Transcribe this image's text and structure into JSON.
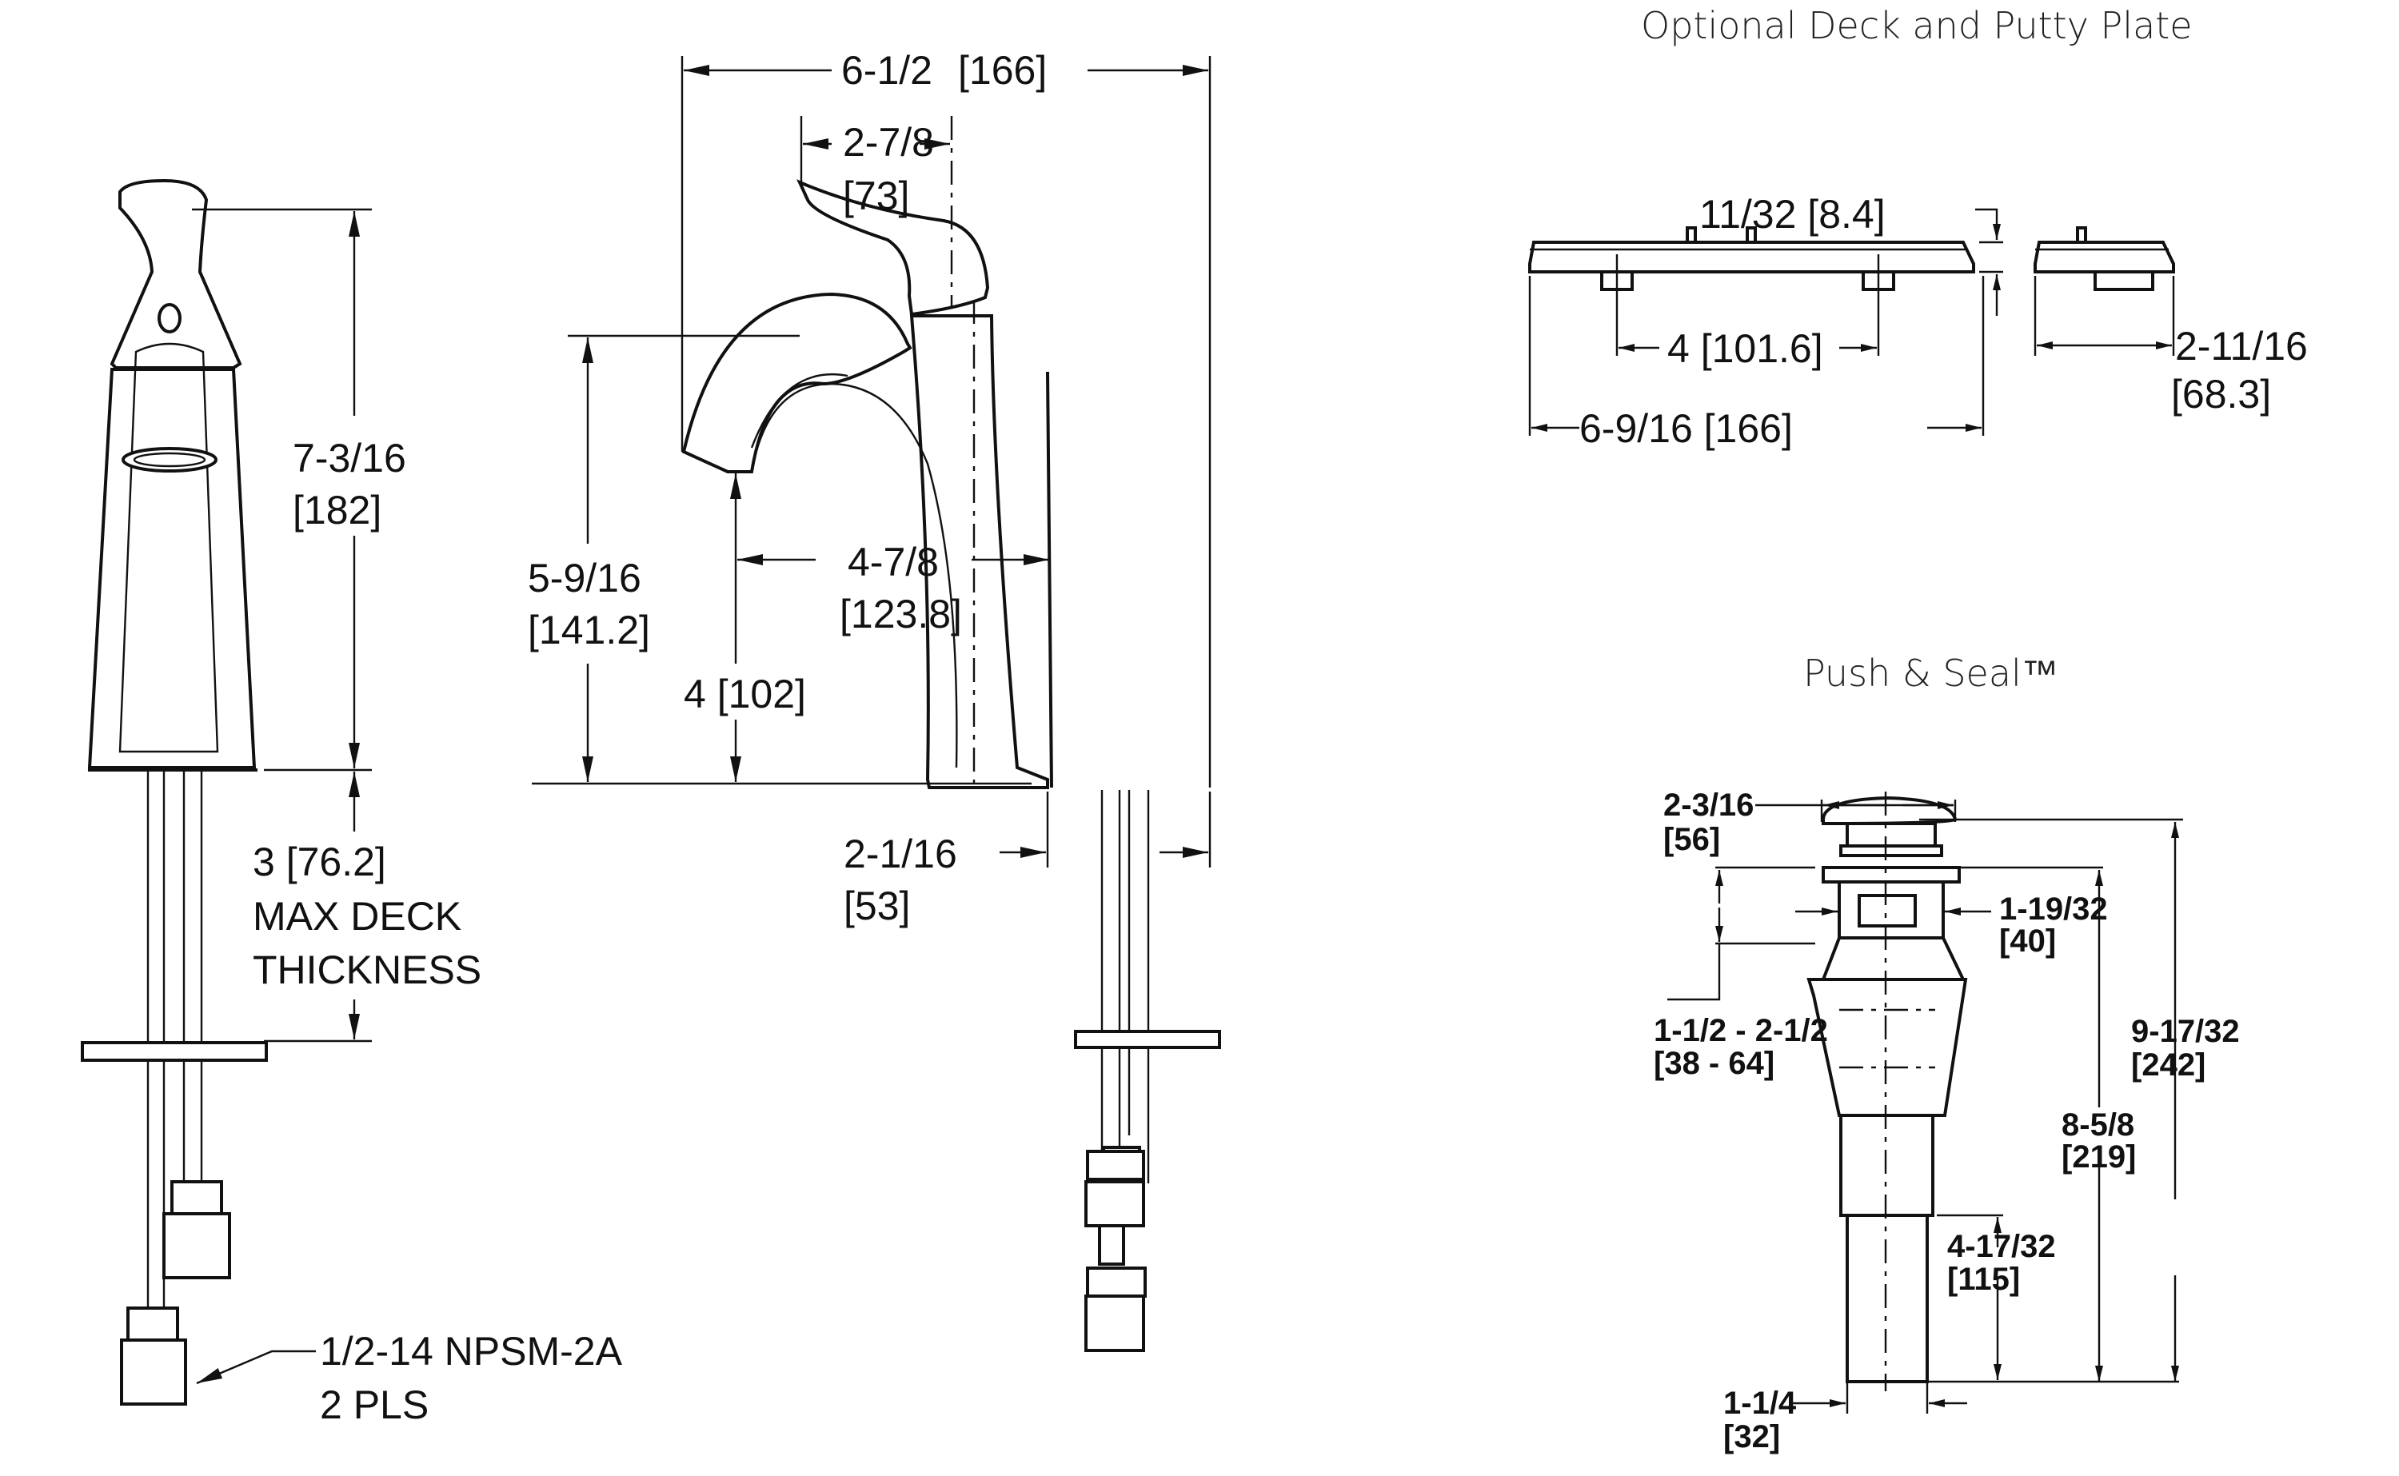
{
  "side_view": {
    "height_overall": "7-3/16",
    "height_overall_mm": "[182]",
    "deck_thickness": "3 [76.2]",
    "deck_thickness_line2": "MAX DECK",
    "deck_thickness_line3": "THICKNESS",
    "connection": "1/2-14 NPSM-2A",
    "connection_qty": "2 PLS"
  },
  "front_view": {
    "overall_width": "6-1/2",
    "overall_width_mm": "[166]",
    "handle_width": "2-7/8",
    "handle_width_mm": "[73]",
    "spout_height": "5-9/16",
    "spout_height_mm": "[141.2]",
    "spout_reach": "4-7/8",
    "spout_reach_mm": "[123.8]",
    "aerator_height": "4 [102]",
    "base_width": "2-1/16",
    "base_width_mm": "[53]"
  },
  "deck_plate": {
    "title": "Optional Deck and Putty Plate",
    "thickness": "11/32 [8.4]",
    "hole_spacing": "4 [101.6]",
    "length": "6-9/16  [166]",
    "width": "2-11/16",
    "width_mm": "[68.3]"
  },
  "drain": {
    "title": "Push & Seal™",
    "cap_diameter": "2-3/16",
    "cap_diameter_mm": "[56]",
    "body_diameter": "1-19/32",
    "body_diameter_mm": "[40]",
    "sink_thickness": "1-1/2  -  2-1/2",
    "sink_thickness_mm": "[38  -  64]",
    "overall_height": "9-17/32",
    "overall_height_mm": "[242]",
    "flange_to_bottom": "8-5/8",
    "flange_to_bottom_mm": "[219]",
    "tailpiece_length": "4-17/32",
    "tailpiece_length_mm": "[115]",
    "tailpiece_diameter": "1-1/4",
    "tailpiece_diameter_mm": "[32]"
  }
}
